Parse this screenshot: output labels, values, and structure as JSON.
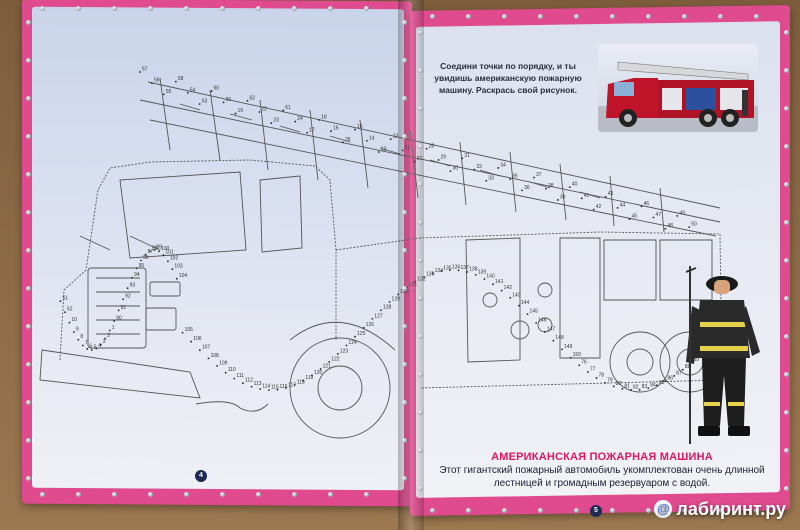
{
  "instruction_text": "Соедини точки по порядку, и ты увидишь американскую пожарную машину. Раскрась свой рисунок.",
  "heading": "АМЕРИКАНСКАЯ ПОЖАРНАЯ МАШИНА",
  "body_text": "Этот гигантский пожарный автомобиль укомплектован очень длинной лестницей и громадным резервуаром с водой.",
  "page_numbers": {
    "left": "4",
    "right": "5"
  },
  "watermark": "лабиринт.ру",
  "dot_labels": [
    "57",
    "56",
    "55",
    "58",
    "54",
    "53",
    "60",
    "20",
    "19",
    "62",
    "22",
    "23",
    "61",
    "24",
    "17",
    "18",
    "16",
    "26",
    "15",
    "14",
    "13",
    "12",
    "11",
    "27",
    "28",
    "29",
    "30",
    "31",
    "32",
    "33",
    "34",
    "35",
    "36",
    "37",
    "38",
    "39",
    "40",
    "41",
    "42",
    "43",
    "44",
    "45",
    "46",
    "47",
    "48",
    "49",
    "50",
    "51",
    "52",
    "10",
    "9",
    "8",
    "7",
    "6",
    "5",
    "4",
    "3",
    "2",
    "1",
    "90",
    "91",
    "92",
    "93",
    "94",
    "95",
    "96",
    "97",
    "98",
    "99",
    "100",
    "101",
    "102",
    "103",
    "104",
    "105",
    "106",
    "107",
    "108",
    "109",
    "110",
    "111",
    "112",
    "113",
    "114",
    "115",
    "116",
    "117",
    "118",
    "119",
    "120",
    "121",
    "122",
    "123",
    "124",
    "125",
    "126",
    "127",
    "128",
    "129",
    "130",
    "131",
    "132",
    "133",
    "134",
    "135",
    "136",
    "137",
    "138",
    "139",
    "140",
    "141",
    "142",
    "143",
    "144",
    "145",
    "146",
    "147",
    "148",
    "149",
    "150",
    "76",
    "77",
    "78",
    "79",
    "80",
    "81",
    "82",
    "83",
    "84",
    "85",
    "86",
    "87",
    "88",
    "89"
  ],
  "colors": {
    "page_border": "#e04a8e",
    "heading": "#d8195f",
    "sky": "#cdd6ea",
    "page_badge": "#1c2a55"
  }
}
